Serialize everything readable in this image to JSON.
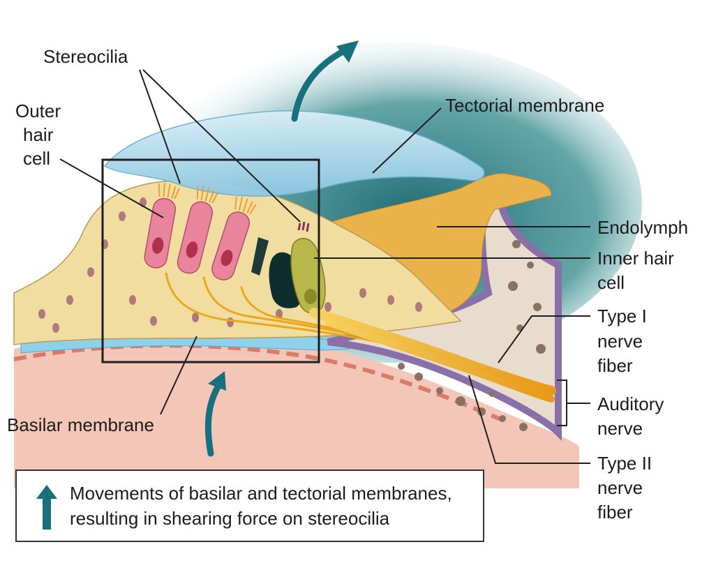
{
  "labels": {
    "stereocilia": "Stereocilia",
    "outer_hair_cell": [
      "Outer",
      "hair",
      "cell"
    ],
    "tectorial_membrane": "Tectorial membrane",
    "endolymph": "Endolymph",
    "inner_hair_cell": [
      "Inner hair",
      "cell"
    ],
    "type_i_nerve_fiber": [
      "Type I",
      "nerve",
      "fiber"
    ],
    "auditory_nerve": [
      "Auditory",
      "nerve"
    ],
    "type_ii_nerve_fiber": [
      "Type II",
      "nerve",
      "fiber"
    ],
    "basilar_membrane": "Basilar membrane"
  },
  "legend": {
    "lines": [
      "Movements of basilar and tectorial membranes,",
      "resulting in shearing force on stereocilia"
    ],
    "arrow_icon": "up-arrow-icon"
  },
  "colors": {
    "arrow": "#17707e",
    "tissue": "#f1dda0",
    "tectorial": "#a8d8ec",
    "outer_hair_cell": "#e8849c",
    "inner_hair_cell": "#b8b84a",
    "bone": "#e8dccc",
    "nerve": "#f0b020"
  }
}
